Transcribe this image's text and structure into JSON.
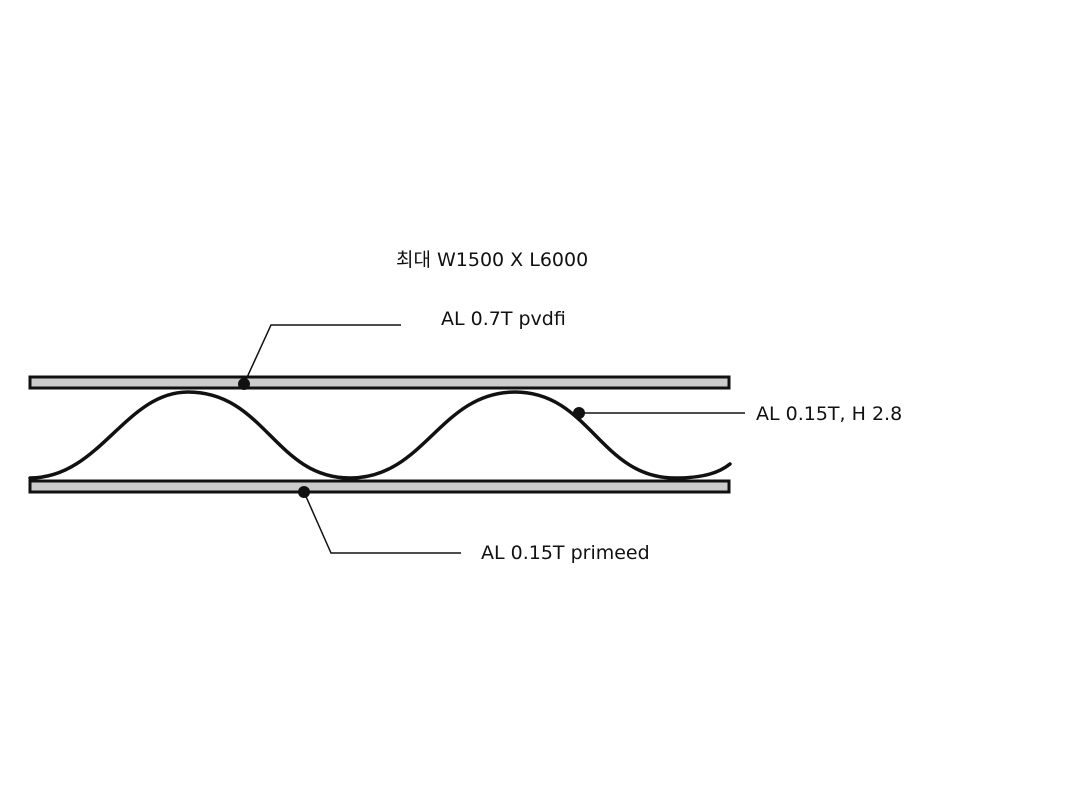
{
  "labels": {
    "size_note": "최대 W1500 X L6000",
    "top_sheet": "AL  0.7T pvdfi",
    "core": "AL  0.15T, H 2.8",
    "bottom_sheet": "AL  0.15T  primeed"
  },
  "colors": {
    "plate_fill": "#cccccc",
    "line": "#111111",
    "background": "#ffffff"
  }
}
